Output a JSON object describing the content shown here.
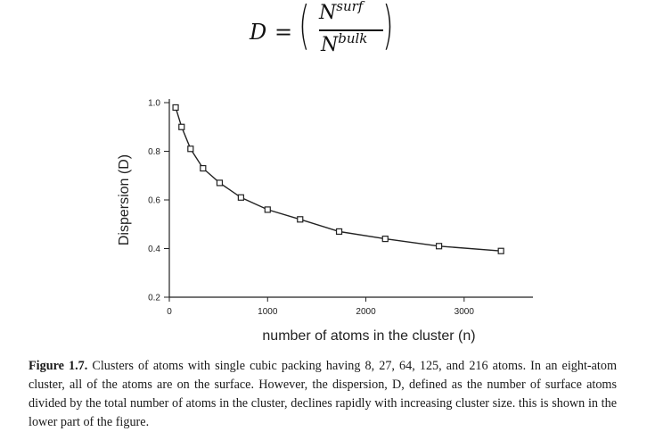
{
  "equation": {
    "lhs": "D",
    "equals": "=",
    "numerator_base": "N",
    "numerator_sup": "surf",
    "denominator_base": "N",
    "denominator_sup": "bulk"
  },
  "chart_data": {
    "type": "line",
    "title": "",
    "xlabel": "number of atoms in the cluster (n)",
    "ylabel": "Dispersion (D)",
    "xlim": [
      0,
      3700
    ],
    "ylim": [
      0.2,
      1.0
    ],
    "x_ticks": [
      0,
      1000,
      2000,
      3000
    ],
    "x_tick_labels": [
      "0",
      "1000",
      "2000",
      "3000"
    ],
    "y_ticks": [
      0.2,
      0.4,
      0.6,
      0.8,
      1.0
    ],
    "y_tick_labels": [
      "0.2",
      "0.4",
      "0.6",
      "0.8",
      "1.0"
    ],
    "grid": false,
    "legend": "none",
    "series": [
      {
        "marker": "open-square",
        "x": [
          64,
          125,
          216,
          343,
          512,
          729,
          1000,
          1331,
          1728,
          2197,
          2744,
          3375
        ],
        "y": [
          0.98,
          0.9,
          0.81,
          0.73,
          0.67,
          0.61,
          0.56,
          0.52,
          0.47,
          0.44,
          0.41,
          0.39
        ]
      }
    ]
  },
  "caption": {
    "label": "Figure 1.7.",
    "text": "Clusters of atoms with single cubic packing having 8, 27, 64, 125, and 216 atoms. In an eight-atom cluster, all of the atoms are on the surface. However, the dispersion, D, defined as the number of surface atoms divided by the total number of atoms in the cluster, declines rapidly with increasing cluster size. this is shown in the lower part of the figure."
  }
}
